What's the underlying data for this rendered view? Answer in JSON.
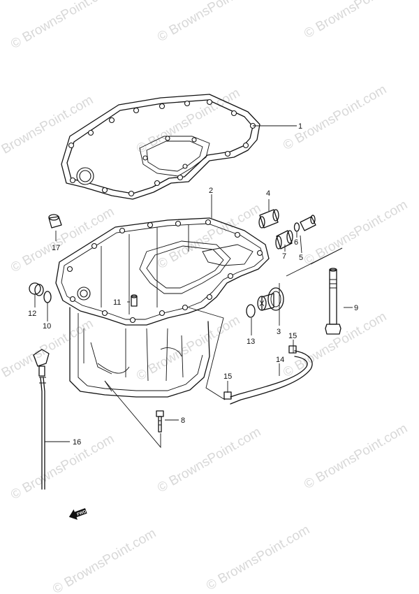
{
  "watermark": {
    "text": "© BrownsPoint.com",
    "color": "#d8d8d8"
  },
  "direction_label": "FWD",
  "callouts": [
    "1",
    "2",
    "3",
    "4",
    "5",
    "6",
    "7",
    "8",
    "9",
    "10",
    "11",
    "12",
    "13",
    "14",
    "15",
    "15",
    "16",
    "17"
  ]
}
